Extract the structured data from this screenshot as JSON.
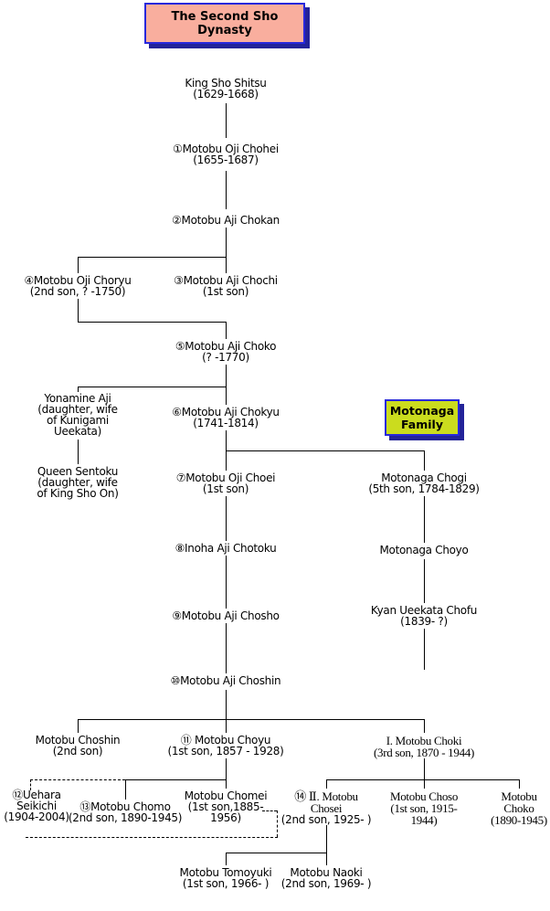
{
  "title": {
    "text": "The Second Sho Dynasty"
  },
  "motonaga_box": {
    "line1": "Motonaga",
    "line2": "Family"
  },
  "colors": {
    "title_box_fill": "#f9ae9e",
    "motonaga_box_fill": "#cbdc1e",
    "box_border": "#2828dc",
    "box_shadow": "#232399",
    "line": "#000000",
    "background": "#ffffff"
  },
  "nodes": [
    {
      "key": "king-sho-shitsu",
      "lines": [
        "King Sho Shitsu",
        "(1629-1668)"
      ]
    },
    {
      "key": "motobu-oji-chohei",
      "lines": [
        "①Motobu Oji Chohei",
        "(1655-1687)"
      ]
    },
    {
      "key": "motobu-aji-chokan",
      "lines": [
        "②Motobu Aji Chokan"
      ]
    },
    {
      "key": "motobu-oji-choryu",
      "lines": [
        "④Motobu Oji Choryu",
        "(2nd son, ? -1750)"
      ]
    },
    {
      "key": "motobu-aji-chochi",
      "lines": [
        "③Motobu Aji Chochi",
        "(1st son)"
      ]
    },
    {
      "key": "motobu-aji-choko",
      "lines": [
        "⑤Motobu Aji Choko",
        "(? -1770)"
      ]
    },
    {
      "key": "yonamine-aji",
      "lines": [
        "Yonamine Aji",
        "(daughter, wife",
        "of Kunigami",
        "Ueekata)"
      ]
    },
    {
      "key": "motobu-aji-chokyu",
      "lines": [
        "⑥Motobu Aji Chokyu",
        "(1741-1814)"
      ]
    },
    {
      "key": "queen-sentoku",
      "lines": [
        "Queen Sentoku",
        "(daughter, wife",
        "of King Sho On)"
      ]
    },
    {
      "key": "motobu-oji-choei",
      "lines": [
        "⑦Motobu Oji Choei",
        "(1st son)"
      ]
    },
    {
      "key": "motonaga-chogi",
      "lines": [
        "Motonaga Chogi",
        "(5th son, 1784-1829)"
      ]
    },
    {
      "key": "inoha-aji-chotoku",
      "lines": [
        "⑧Inoha Aji Chotoku"
      ]
    },
    {
      "key": "motonaga-choyo",
      "lines": [
        "Motonaga Choyo"
      ]
    },
    {
      "key": "motobu-aji-chosho",
      "lines": [
        "⑨Motobu Aji Chosho"
      ]
    },
    {
      "key": "kyan-ueekata-chofu",
      "lines": [
        "Kyan Ueekata Chofu",
        "(1839- ?)"
      ]
    },
    {
      "key": "motobu-aji-choshin",
      "lines": [
        "⑩Motobu Aji Choshin"
      ]
    },
    {
      "key": "motobu-choshin",
      "lines": [
        "Motobu Choshin",
        "(2nd son)"
      ]
    },
    {
      "key": "motobu-choyu",
      "lines": [
        "⑪ Motobu Choyu",
        "(1st son, 1857 - 1928)"
      ]
    },
    {
      "key": "motobu-choki",
      "lines": [
        "I. Motobu Choki",
        "(3rd son, 1870 - 1944)"
      ]
    },
    {
      "key": "uehara-seikichi",
      "lines": [
        "⑫Uehara",
        "Seikichi",
        "(1904-2004)"
      ]
    },
    {
      "key": "motobu-chomo",
      "lines": [
        "⑬Motobu Chomo",
        "(2nd son, 1890-1945)"
      ]
    },
    {
      "key": "motobu-chomei",
      "lines": [
        "Motobu Chomei",
        "(1st son,1885-",
        "1956)"
      ]
    },
    {
      "key": "motobu-chosei",
      "lines": [
        "⑭ Ⅱ. Motobu",
        "Chosei",
        "(2nd son, 1925- )"
      ]
    },
    {
      "key": "motobu-choso",
      "lines": [
        "Motobu Choso",
        "(1st son, 1915-",
        "1944)"
      ]
    },
    {
      "key": "motobu-choko",
      "lines": [
        "Motobu",
        "Choko",
        "(1890-1945)"
      ]
    },
    {
      "key": "motobu-tomoyuki",
      "lines": [
        "Motobu Tomoyuki",
        "(1st son, 1966- )"
      ]
    },
    {
      "key": "motobu-naoki",
      "lines": [
        "Motobu Naoki",
        "(2nd son, 1969- )"
      ]
    }
  ]
}
